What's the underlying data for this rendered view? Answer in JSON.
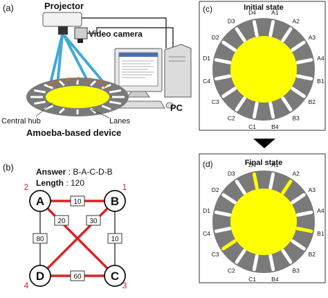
{
  "panel_a": {
    "tag": "(a)",
    "projector": "Projector",
    "camera": "Video camera",
    "pc": "PC",
    "central_hub": "Central hub",
    "lanes": "Lanes",
    "device": "Amoeba-based device"
  },
  "panel_b": {
    "tag": "(b)",
    "answer_label": "Answer",
    "answer_value": " : B-A-C-D-B",
    "length_label": "Length",
    "length_value": " : 120",
    "nodes": [
      {
        "name": "A",
        "rank": "2"
      },
      {
        "name": "B",
        "rank": "1"
      },
      {
        "name": "C",
        "rank": "3"
      },
      {
        "name": "D",
        "rank": "4"
      }
    ],
    "edges": [
      {
        "pair": "A-B",
        "weight": "10",
        "in_answer": true
      },
      {
        "pair": "A-C",
        "weight": "20",
        "in_answer": true
      },
      {
        "pair": "B-D",
        "weight": "30",
        "in_answer": true
      },
      {
        "pair": "A-D",
        "weight": "80",
        "in_answer": false
      },
      {
        "pair": "B-C",
        "weight": "10",
        "in_answer": false
      },
      {
        "pair": "D-C",
        "weight": "60",
        "in_answer": true
      }
    ]
  },
  "panel_c": {
    "tag": "(c)",
    "title": "Initial state",
    "lane_labels": [
      "A1",
      "A2",
      "A3",
      "A4",
      "B1",
      "B2",
      "B3",
      "B4",
      "C1",
      "C2",
      "C3",
      "C4",
      "D1",
      "D2",
      "D3",
      "D4"
    ],
    "occupied_lanes": []
  },
  "panel_d": {
    "tag": "(d)",
    "title": "Final state",
    "lane_labels": [
      "A1",
      "A2",
      "A3",
      "A4",
      "B1",
      "B2",
      "B3",
      "B4",
      "C1",
      "C2",
      "C3",
      "C4",
      "D1",
      "D2",
      "D3",
      "D4"
    ],
    "occupied_lanes": [
      "A2",
      "B1",
      "C3",
      "D4"
    ]
  },
  "colors": {
    "amoeba": "#ffff00",
    "disk": "#7a7a7a",
    "answer_edge": "#dd2222",
    "rank": "#dd2222",
    "beam": "#3fa9d8"
  }
}
